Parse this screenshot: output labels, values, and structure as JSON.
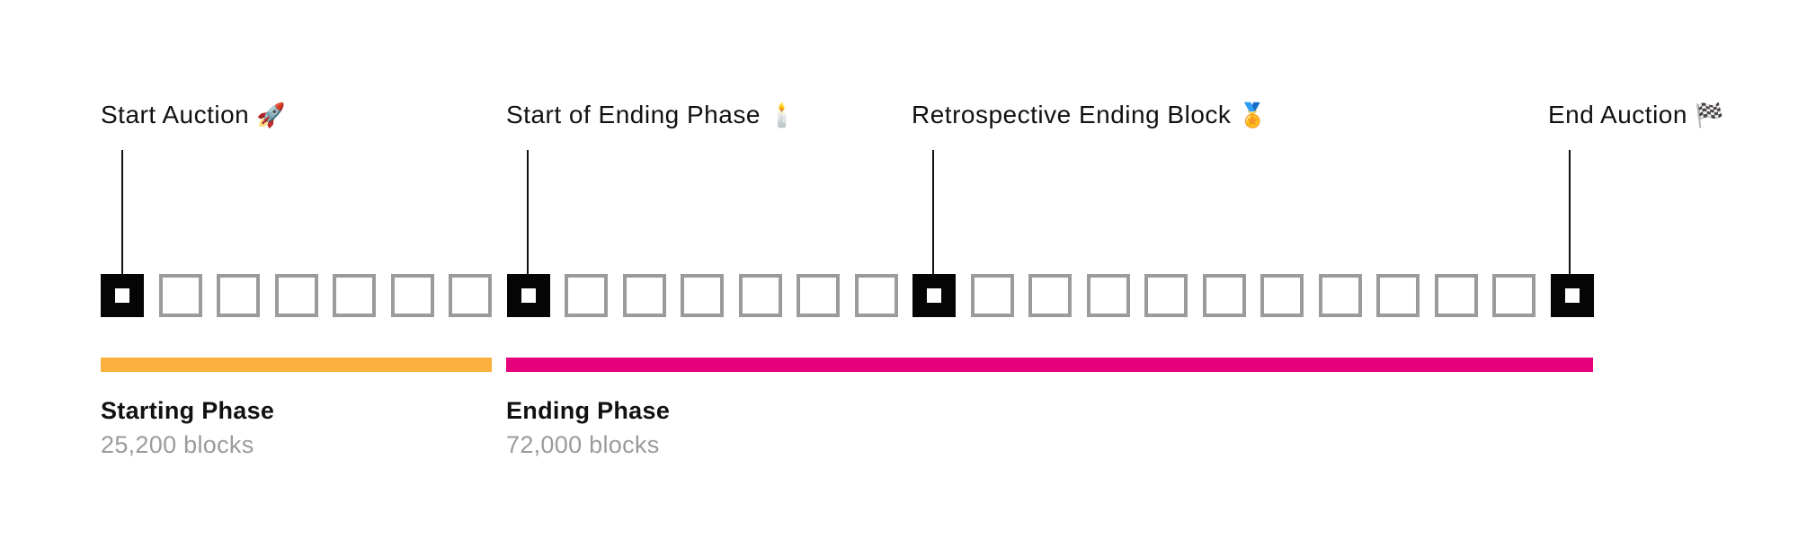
{
  "markers": [
    {
      "label": "Start Auction",
      "icon": "🚀",
      "icon_name": "rocket-icon"
    },
    {
      "label": "Start of Ending Phase",
      "icon": "🕯️",
      "icon_name": "candle-icon"
    },
    {
      "label": "Retrospective Ending Block",
      "icon": "🏅",
      "icon_name": "medal-icon"
    },
    {
      "label": "End Auction",
      "icon": "🏁",
      "icon_name": "checkered-flag-icon"
    }
  ],
  "blocks": {
    "total": 26,
    "key_block_indices": [
      0,
      7,
      14,
      25
    ]
  },
  "phases": [
    {
      "name": "Starting Phase",
      "blocks": "25,200 blocks",
      "color": "#fbaf3c"
    },
    {
      "name": "Ending Phase",
      "blocks": "72,000 blocks",
      "color": "#e6007a"
    }
  ],
  "colors": {
    "key_block": "#050505",
    "plain_block_border": "#9b9b9b",
    "text": "#111111",
    "muted_text": "#9b9b9b"
  }
}
